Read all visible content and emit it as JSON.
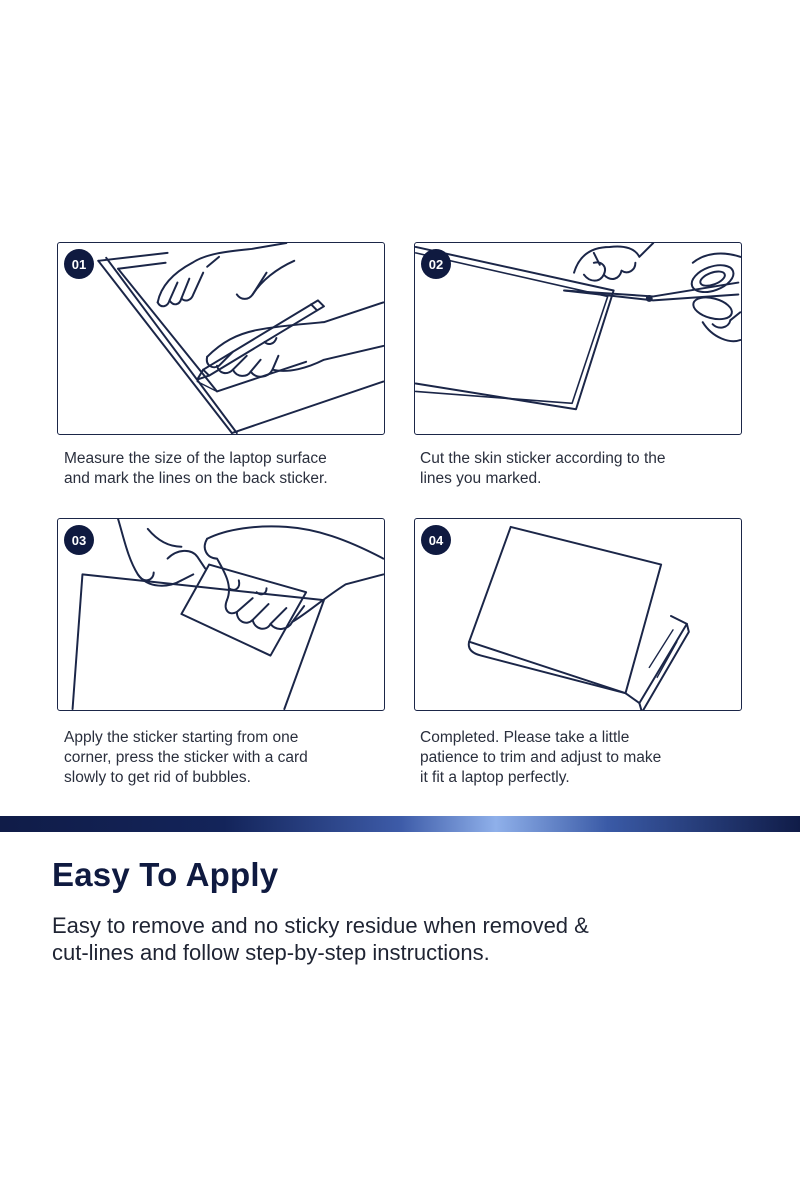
{
  "steps": [
    {
      "number": "01",
      "caption_lines": [
        "Measure the size of the laptop surface",
        "and mark the lines on the back sticker."
      ]
    },
    {
      "number": "02",
      "caption_lines": [
        "Cut the skin sticker according to the",
        "lines you marked."
      ]
    },
    {
      "number": "03",
      "caption_lines": [
        "Apply the sticker starting from one",
        "corner, press the sticker with a card",
        "slowly to get rid of bubbles."
      ]
    },
    {
      "number": "04",
      "caption_lines": [
        "Completed. Please take a little",
        "patience to trim and adjust to make",
        "it fit a laptop perfectly."
      ]
    }
  ],
  "section": {
    "title": "Easy To Apply",
    "description_lines": [
      "Easy to remove and no sticky residue when removed &",
      "cut-lines and follow step-by-step instructions."
    ]
  },
  "colors": {
    "accent_navy": "#0f1a40",
    "panel_border": "#1b2648",
    "gradient_highlight": "#8fb0ea"
  },
  "icons": [
    "hand-marking-pencil-illustration",
    "scissors-cutting-illustration",
    "hands-applying-card-illustration",
    "laptop-with-skin-illustration"
  ]
}
